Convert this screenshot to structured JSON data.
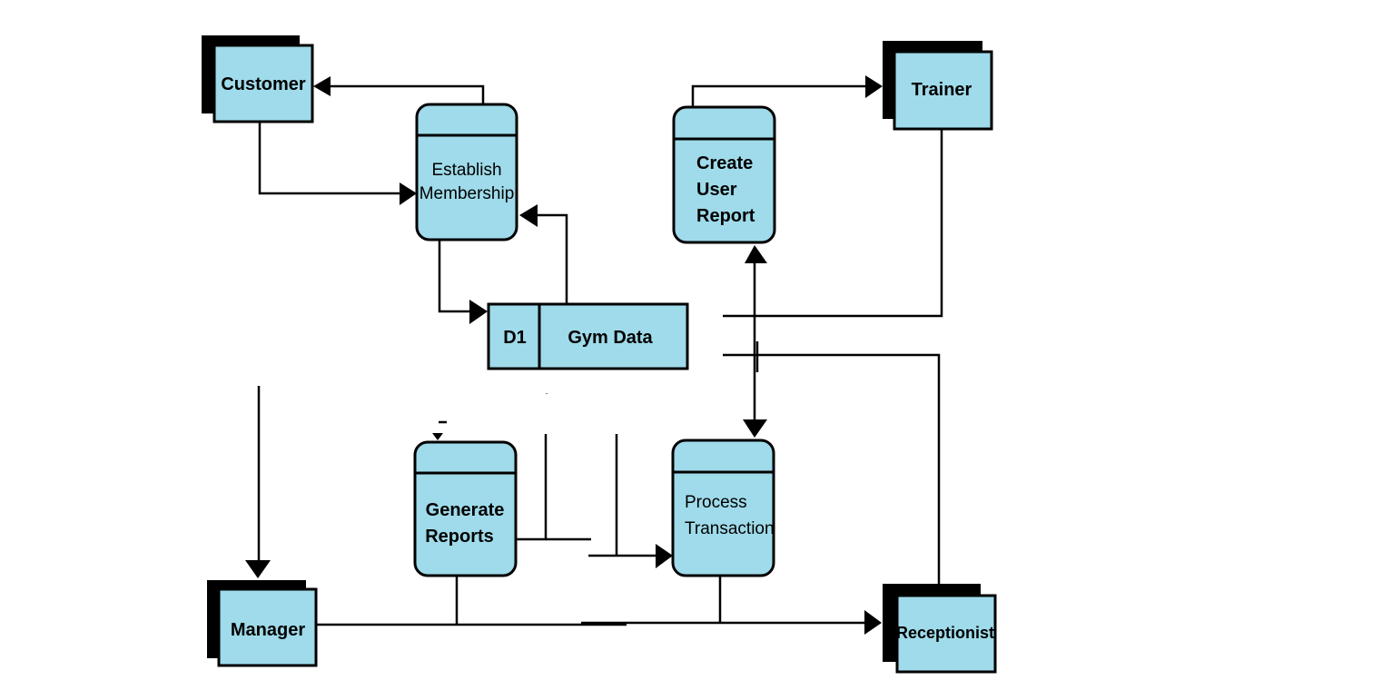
{
  "colors": {
    "fill": "#9fdbea",
    "stroke": "#000000",
    "background": "#ffffff"
  },
  "entities": {
    "customer": "Customer",
    "trainer": "Trainer",
    "manager": "Manager",
    "receptionist": "Receptionist"
  },
  "processes": {
    "establish_membership": [
      "Establish",
      "Membership"
    ],
    "create_user_report": [
      "Create",
      "User",
      "Report"
    ],
    "generate_reports": [
      "Generate",
      "Reports"
    ],
    "process_transaction": [
      "Process",
      "Transaction"
    ]
  },
  "data_store": {
    "id": "D1",
    "name": "Gym Data"
  }
}
